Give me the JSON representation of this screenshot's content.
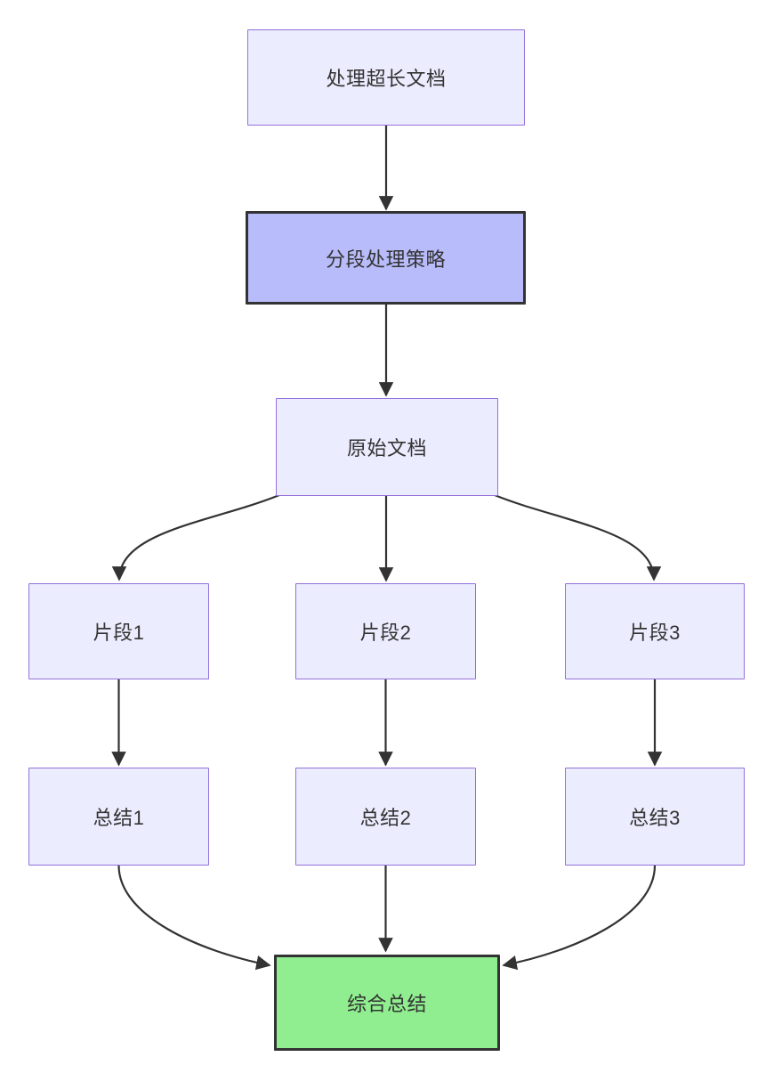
{
  "diagram": {
    "type": "flowchart",
    "direction": "top-down",
    "colors": {
      "background": "#ffffff",
      "node_fill": "#ECECFF",
      "node_border": "#9370DB",
      "emphasis_fill": "#b9bcfa",
      "emphasis_border": "#333333",
      "success_fill": "#90EE90",
      "success_border": "#333333",
      "edge": "#333333",
      "text": "#333333"
    },
    "nodes": {
      "start": {
        "label": "处理超长文档",
        "style": "default"
      },
      "strategy": {
        "label": "分段处理策略",
        "style": "emphasis"
      },
      "doc": {
        "label": "原始文档",
        "style": "default"
      },
      "seg1": {
        "label": "片段1",
        "style": "default"
      },
      "seg2": {
        "label": "片段2",
        "style": "default"
      },
      "seg3": {
        "label": "片段3",
        "style": "default"
      },
      "sum1": {
        "label": "总结1",
        "style": "default"
      },
      "sum2": {
        "label": "总结2",
        "style": "default"
      },
      "sum3": {
        "label": "总结3",
        "style": "default"
      },
      "final": {
        "label": "综合总结",
        "style": "success"
      }
    },
    "edges": [
      {
        "from": "start",
        "to": "strategy"
      },
      {
        "from": "strategy",
        "to": "doc"
      },
      {
        "from": "doc",
        "to": "seg1"
      },
      {
        "from": "doc",
        "to": "seg2"
      },
      {
        "from": "doc",
        "to": "seg3"
      },
      {
        "from": "seg1",
        "to": "sum1"
      },
      {
        "from": "seg2",
        "to": "sum2"
      },
      {
        "from": "seg3",
        "to": "sum3"
      },
      {
        "from": "sum1",
        "to": "final"
      },
      {
        "from": "sum2",
        "to": "final"
      },
      {
        "from": "sum3",
        "to": "final"
      }
    ]
  }
}
